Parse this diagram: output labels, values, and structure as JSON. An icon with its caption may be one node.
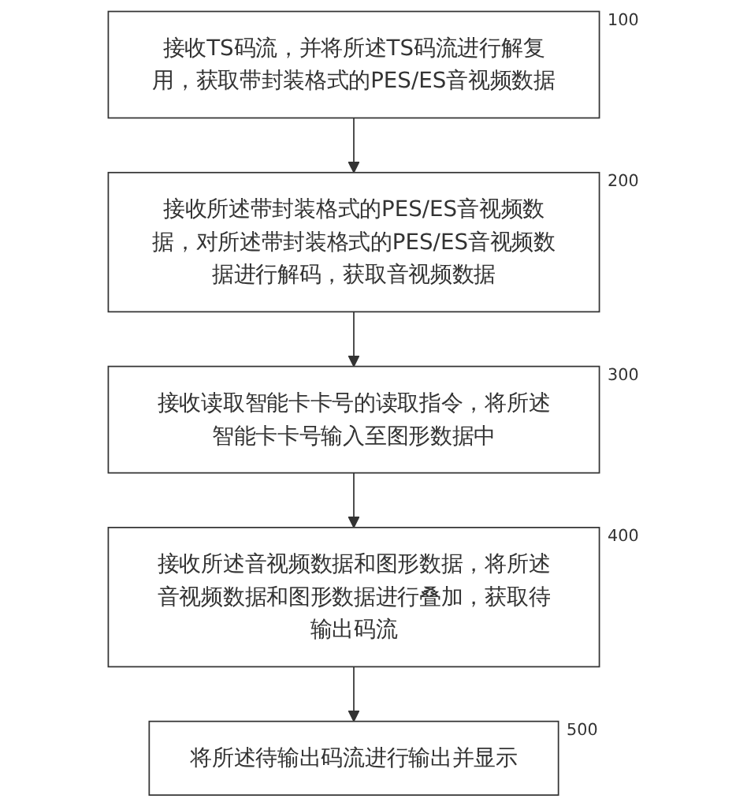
{
  "diagram": {
    "nodes": [
      {
        "text": [
          "接收TS码流，并将所述TS码流进行解复用，获取带封装格式的PES/ES音视频数据"
        ],
        "beside": [
          "100"
        ]
      },
      {
        "text": [
          "接收所述带封装格式的PES/ES音视频数据，对所述带封装格式的PES/ES音视频数据进行解码，获取音视频数据"
        ],
        "beside": [
          "200"
        ]
      },
      {
        "text": [
          "接收读取智能卡卡号的读取指令，将所述智能卡卡号输入至图形数据中"
        ],
        "beside": [
          "300"
        ]
      },
      {
        "text": [
          "接收所述音视频数据和图形数据，将所述音视频数据和图形数据进行叠加，获取待输出码流"
        ],
        "beside": [
          "400"
        ]
      },
      {
        "text": [
          "将所述待输出码流进行输出并显示"
        ],
        "beside": [
          "500"
        ]
      }
    ],
    "edges": [
      {
        "from": 0,
        "to": 1,
        "arrow": "to"
      },
      {
        "from": 1,
        "to": 2,
        "arrow": "to"
      },
      {
        "from": 2,
        "to": 3,
        "arrow": "to"
      },
      {
        "from": 3,
        "to": 4,
        "arrow": "to"
      }
    ]
  }
}
